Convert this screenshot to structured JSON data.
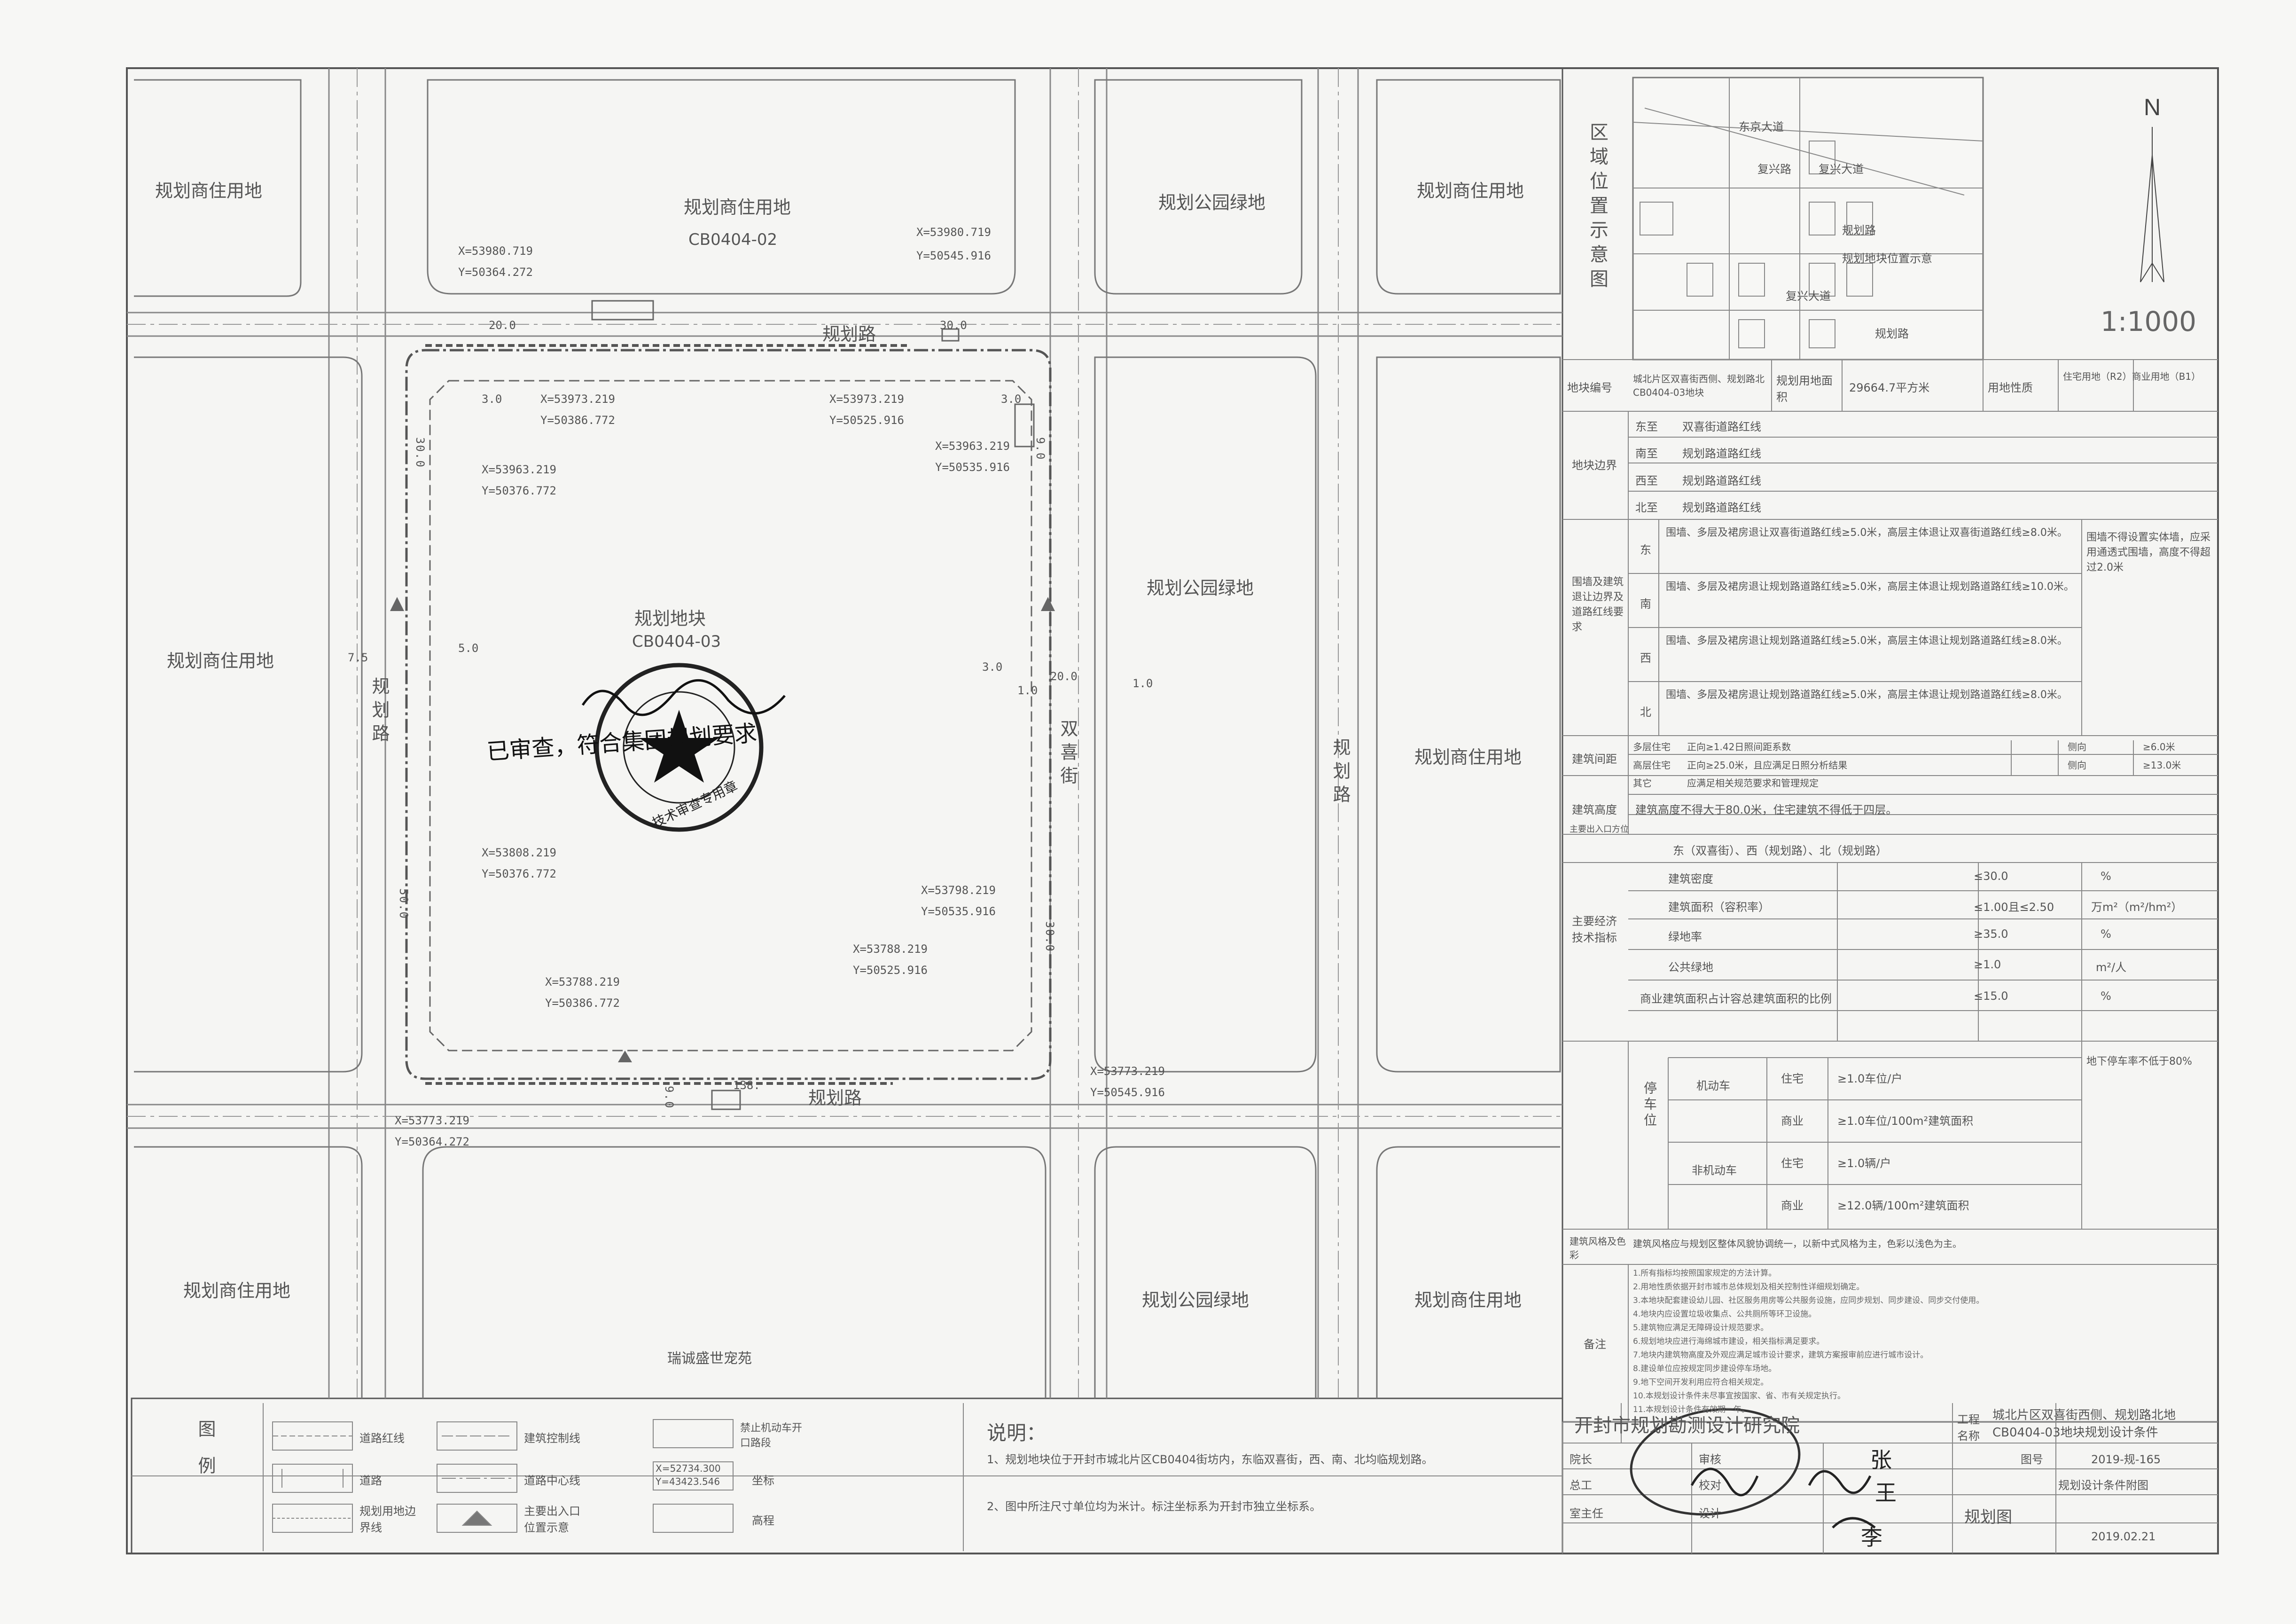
{
  "map": {
    "zones": {
      "nw_res": "规划商住用地",
      "n_res": "规划商住用地",
      "n_code": "CB0404-02",
      "n_park": "规划公园绿地",
      "ne_res": "规划商住用地",
      "w_res": "规划商住用地",
      "center": "规划地块",
      "center_code": "CB0404-03",
      "e_park": "规划公园绿地",
      "e_res": "规划商住用地",
      "sw_res": "规划商住用地",
      "s_park": "规划公园绿地",
      "se_res": "规划商住用地",
      "s_estate": "瑞诚盛世宠苑"
    },
    "roads": {
      "north": "规划路",
      "south": "规划路",
      "west": "规划路",
      "east": "双喜街",
      "far_east": "规划路"
    },
    "coords": [
      "X=53980.719",
      "Y=50364.272",
      "X=53980.719",
      "Y=50545.916",
      "X=53973.219",
      "Y=50386.772",
      "X=53973.219",
      "Y=50525.916",
      "X=53963.219",
      "Y=50376.772",
      "X=53963.219",
      "Y=50535.916",
      "X=53808.219",
      "Y=50376.772",
      "X=53798.219",
      "Y=50535.916",
      "X=53788.219",
      "Y=50525.916",
      "X=53788.219",
      "Y=50386.772",
      "X=53773.219",
      "Y=50545.916",
      "X=53773.219",
      "Y=50364.272"
    ],
    "dims": [
      "20.0",
      "30.0",
      "3.0",
      "30.0",
      "3.0",
      "5.0",
      "7.5",
      "3.0",
      "20.0",
      "1.0",
      "1.0",
      "50.0",
      "30.0",
      "138.",
      "9.0",
      "9.0"
    ],
    "handwriting": "已审查，符合集团规划要求",
    "stamp_text": "技术审查专用章"
  },
  "location": {
    "title": "区域位置示意图",
    "scale": "1:1000",
    "labels": [
      "东京大道",
      "复兴大道",
      "复兴路",
      "规划路",
      "规划地块位置示意",
      "规划路",
      "复兴大道"
    ]
  },
  "table": {
    "row1": {
      "k1": "地块编号",
      "v1": "城北片区双喜街西侧、规划路北CB0404-03地块",
      "k2": "规划用地面积",
      "v2": "29664.7平方米",
      "k3": "用地性质",
      "v3": "住宅用地（R2）商业用地（B1）"
    },
    "boundary_label": "地块边界",
    "boundary": [
      {
        "dir": "东至",
        "text": "双喜街道路红线"
      },
      {
        "dir": "南至",
        "text": "规划路道路红线"
      },
      {
        "dir": "西至",
        "text": "规划路道路红线"
      },
      {
        "dir": "北至",
        "text": "规划路道路红线"
      }
    ],
    "setback_label": "围墙及建筑退让边界及道路红线要求",
    "setback": [
      {
        "dir": "东",
        "text": "围墙、多层及裙房退让双喜街道路红线≥5.0米，高层主体退让双喜街道路红线≥8.0米。"
      },
      {
        "dir": "南",
        "text": "围墙、多层及裙房退让规划路道路红线≥5.0米，高层主体退让规划路道路红线≥10.0米。"
      },
      {
        "dir": "西",
        "text": "围墙、多层及裙房退让规划路道路红线≥5.0米，高层主体退让规划路道路红线≥8.0米。"
      },
      {
        "dir": "北",
        "text": "围墙、多层及裙房退让规划路道路红线≥5.0米，高层主体退让规划路道路红线≥8.0米。"
      }
    ],
    "setback_note": "围墙不得设置实体墙，应采用通透式围墙，高度不得超过2.0米",
    "spacing_label": "建筑间距",
    "spacing": [
      {
        "k": "多层住宅",
        "v": "正向≥1.42日照间距系数",
        "k2": "侧向",
        "v2": "≥6.0米"
      },
      {
        "k": "高层住宅",
        "v": "正向≥25.0米，且应满足日照分析结果",
        "k2": "侧向",
        "v2": "≥13.0米"
      },
      {
        "k": "其它",
        "v": "应满足相关规范要求和管理规定"
      }
    ],
    "height_label": "建筑高度",
    "height": "建筑高度不得大于80.0米，住宅建筑不得低于四层。",
    "entrance_label": "主要出入口方位",
    "entrance": "东（双喜街）、西（规划路）、北（规划路）",
    "indicators_label": "主要经济技术指标",
    "indicators": [
      {
        "k": "建筑密度",
        "v": "≤30.0",
        "u": "%"
      },
      {
        "k": "建筑面积（容积率）",
        "v": "≤1.00且≤2.50",
        "u": "万m²（m²/hm²）"
      },
      {
        "k": "绿地率",
        "v": "≥35.0",
        "u": "%"
      },
      {
        "k": "公共绿地",
        "v": "≥1.0",
        "u": "m²/人"
      },
      {
        "k": "商业建筑面积占计容总建筑面积的比例",
        "v": "≤15.0",
        "u": "%"
      }
    ],
    "parking_label": "停车位",
    "parking": [
      {
        "t": "机动车",
        "k": "住宅",
        "v": "≥1.0车位/户"
      },
      {
        "t": "",
        "k": "商业",
        "v": "≥1.0车位/100m²建筑面积"
      },
      {
        "t": "非机动车",
        "k": "住宅",
        "v": "≥1.0辆/户"
      },
      {
        "t": "",
        "k": "商业",
        "v": "≥12.0辆/100m²建筑面积"
      }
    ],
    "parking_note": "地下停车率不低于80%",
    "style_label": "建筑风格及色彩",
    "style": "建筑风格应与规划区整体风貌协调统一，以新中式风格为主，色彩以浅色为主。",
    "remarks_label": "备注",
    "remarks": [
      "1.所有指标均按照国家规定的方法计算。",
      "2.用地性质依据开封市城市总体规划及相关控制性详细规划确定。",
      "3.本地块配套建设幼儿园、社区服务用房等公共服务设施，应同步规划、同步建设、同步交付使用。",
      "4.地块内应设置垃圾收集点、公共厕所等环卫设施。",
      "5.建筑物应满足无障碍设计规范要求。",
      "6.规划地块应进行海绵城市建设，相关指标满足要求。",
      "7.地块内建筑物高度及外观应满足城市设计要求，建筑方案报审前应进行城市设计。",
      "8.建设单位应按规定同步建设停车场地。",
      "9.地下空间开发利用应符合相关规定。",
      "10.本规划设计条件未尽事宜按国家、省、市有关规定执行。",
      "11.本规划设计条件有效期一年。"
    ]
  },
  "legend": {
    "title": "图例",
    "items": [
      {
        "label": "道路红线",
        "sym": "red"
      },
      {
        "label": "建筑控制线",
        "sym": "ctrl"
      },
      {
        "label": "禁止机动车开口路段",
        "sym": "noentry"
      },
      {
        "label": "道路",
        "sym": "road"
      },
      {
        "label": "道路中心线",
        "sym": "center"
      },
      {
        "label": "坐标",
        "sym": "coord",
        "c1": "X=52734.300",
        "c2": "Y=43423.546"
      },
      {
        "label": "规划用地边界线",
        "sym": "boundary"
      },
      {
        "label": "主要出入口位置示意",
        "sym": "entrance"
      },
      {
        "label": "高程",
        "sym": "elev"
      }
    ]
  },
  "notes": {
    "title": "说明：",
    "lines": [
      "1、规划地块位于开封市城北片区CB0404街坊内，东临双喜街，西、南、北均临规划路。",
      "2、图中所注尺寸单位均为米计。标注坐标系为开封市独立坐标系。"
    ]
  },
  "titleblock": {
    "org": "开封市规划勘测设计研究院",
    "project_k": "工程名称",
    "project": "城北片区双喜街西侧、规划路北地CB0404-03地块规划设计条件",
    "num_k": "图号",
    "num": "2019-规-165",
    "stage": "规划设计条件附图",
    "drawing": "规划图",
    "date": "2019.02.21",
    "roles": [
      "院长",
      "总工",
      "室主任",
      "审核",
      "校对",
      "设计"
    ],
    "signatures": [
      "张",
      "王",
      "李"
    ]
  }
}
